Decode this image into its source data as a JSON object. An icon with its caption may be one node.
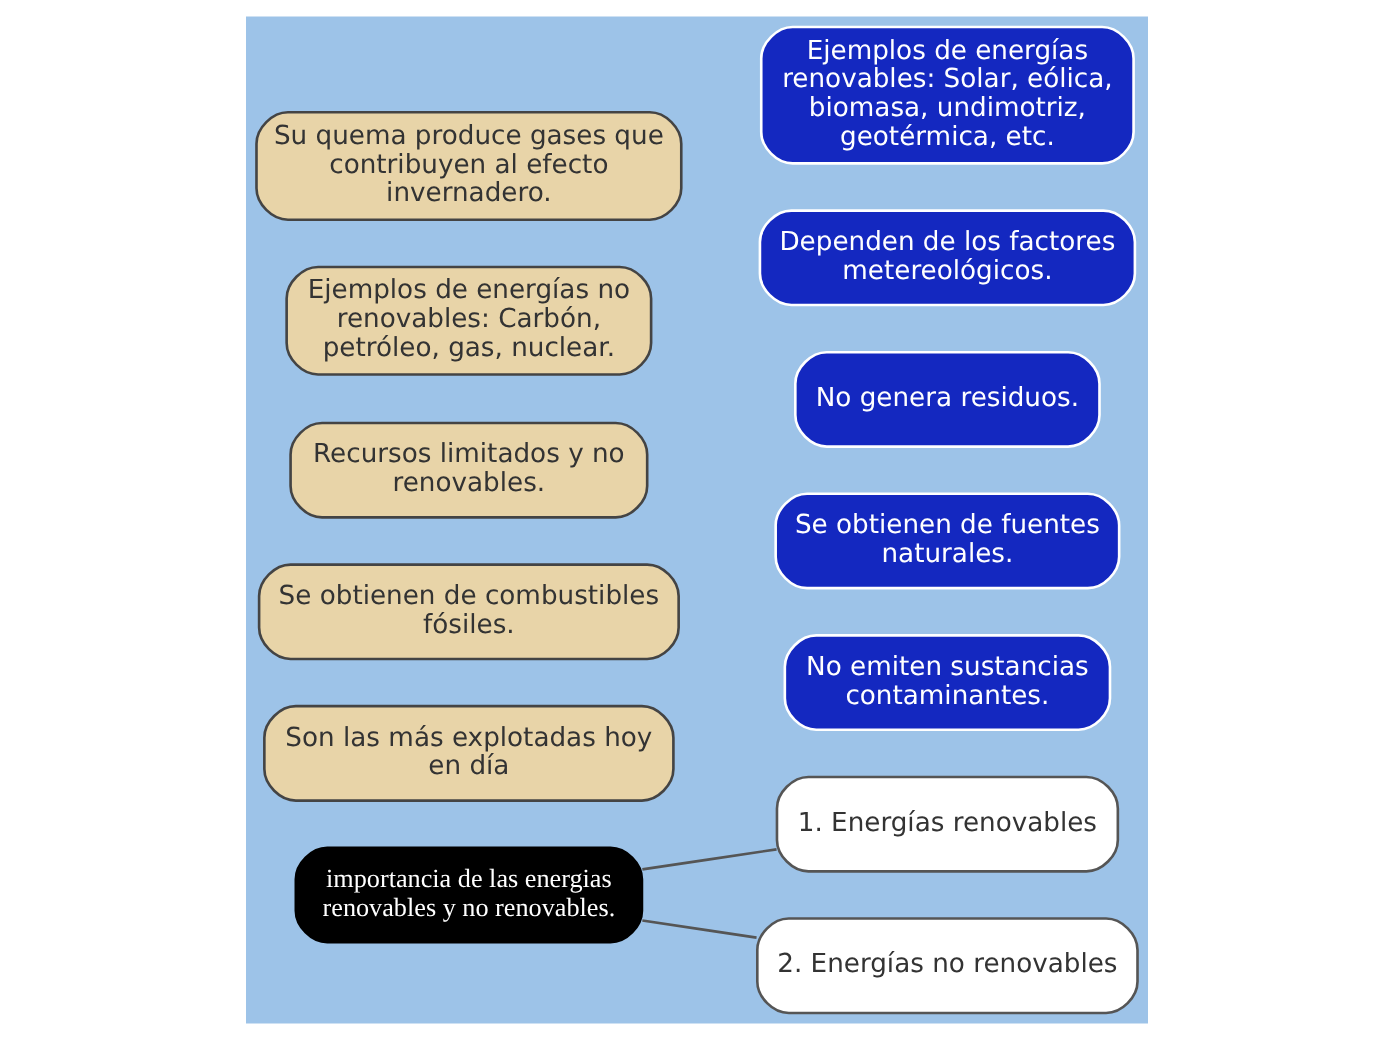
{
  "diagram": {
    "nodes": [
      {
        "text": [
          "importancia de las energias renovables y no renovables."
        ]
      },
      {
        "text": [
          "1. Energías renovables"
        ]
      },
      {
        "text": [
          "2. Energías no renovables"
        ]
      },
      {
        "text": [
          "No emiten sustancias contaminantes."
        ]
      },
      {
        "text": [
          "Se obtienen de fuentes naturales."
        ]
      },
      {
        "text": [
          "No genera residuos."
        ]
      },
      {
        "text": [
          "Dependen de los factores metereológicos."
        ]
      },
      {
        "text": [
          "Ejemplos de energías renovables: Solar, eólica, biomasa, undimotriz, geotérmica, etc."
        ]
      },
      {
        "text": [
          "Son las más explotadas hoy en día"
        ]
      },
      {
        "text": [
          "Se obtienen de combustibles fósiles."
        ]
      },
      {
        "text": [
          "Recursos limitados y no renovables."
        ]
      },
      {
        "text": [
          "Ejemplos de energías no renovables: Carbón, petróleo, gas, nuclear."
        ]
      },
      {
        "text": [
          "Su quema produce gases que contribuyen al efecto invernadero."
        ]
      }
    ],
    "edges": [
      {
        "from": 0,
        "to": 1,
        "arrow": "none"
      },
      {
        "from": 0,
        "to": 2,
        "arrow": "none"
      }
    ]
  }
}
